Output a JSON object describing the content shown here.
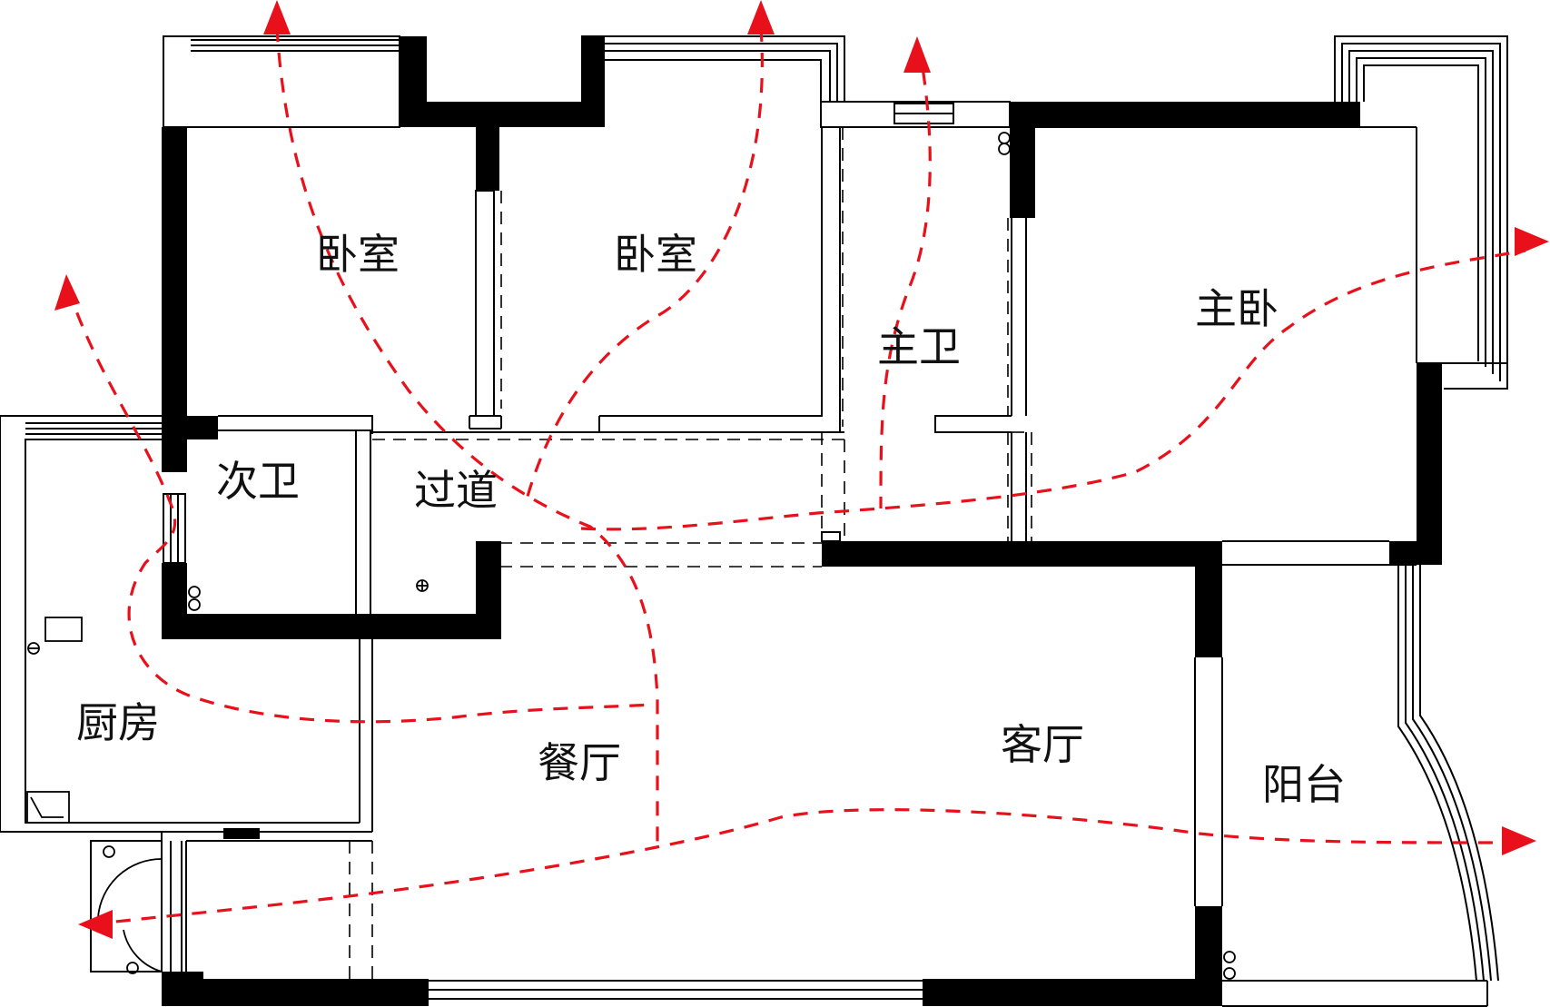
{
  "rooms": {
    "bedroom_1": "卧室",
    "bedroom_2": "卧室",
    "master_bath": "主卫",
    "master_bedroom": "主卧",
    "guest_bath": "次卫",
    "corridor": "过道",
    "kitchen": "厨房",
    "dining": "餐厅",
    "living": "客厅",
    "balcony": "阳台"
  },
  "colors": {
    "wall": "#000000",
    "route": "#e8101a",
    "background": "#ffffff"
  }
}
